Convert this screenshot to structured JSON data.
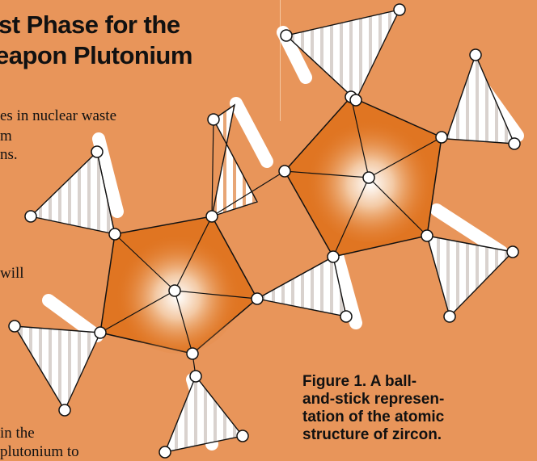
{
  "title": {
    "line1": "st Phase for the",
    "line2": "eapon Plutonium"
  },
  "body_fragments": [
    "es in nuclear waste",
    "m",
    "ns.",
    "will",
    "in the",
    "plutonium to"
  ],
  "caption": {
    "line1": "Figure 1. A ball-",
    "line2": "and-stick represen-",
    "line3": "tation of the atomic",
    "line4": "structure of zircon."
  },
  "colors": {
    "background": "#e8955a",
    "polyhedron": "#e07522",
    "tetrahedron": "#ffffff",
    "stripe": "#d9d2ce"
  }
}
